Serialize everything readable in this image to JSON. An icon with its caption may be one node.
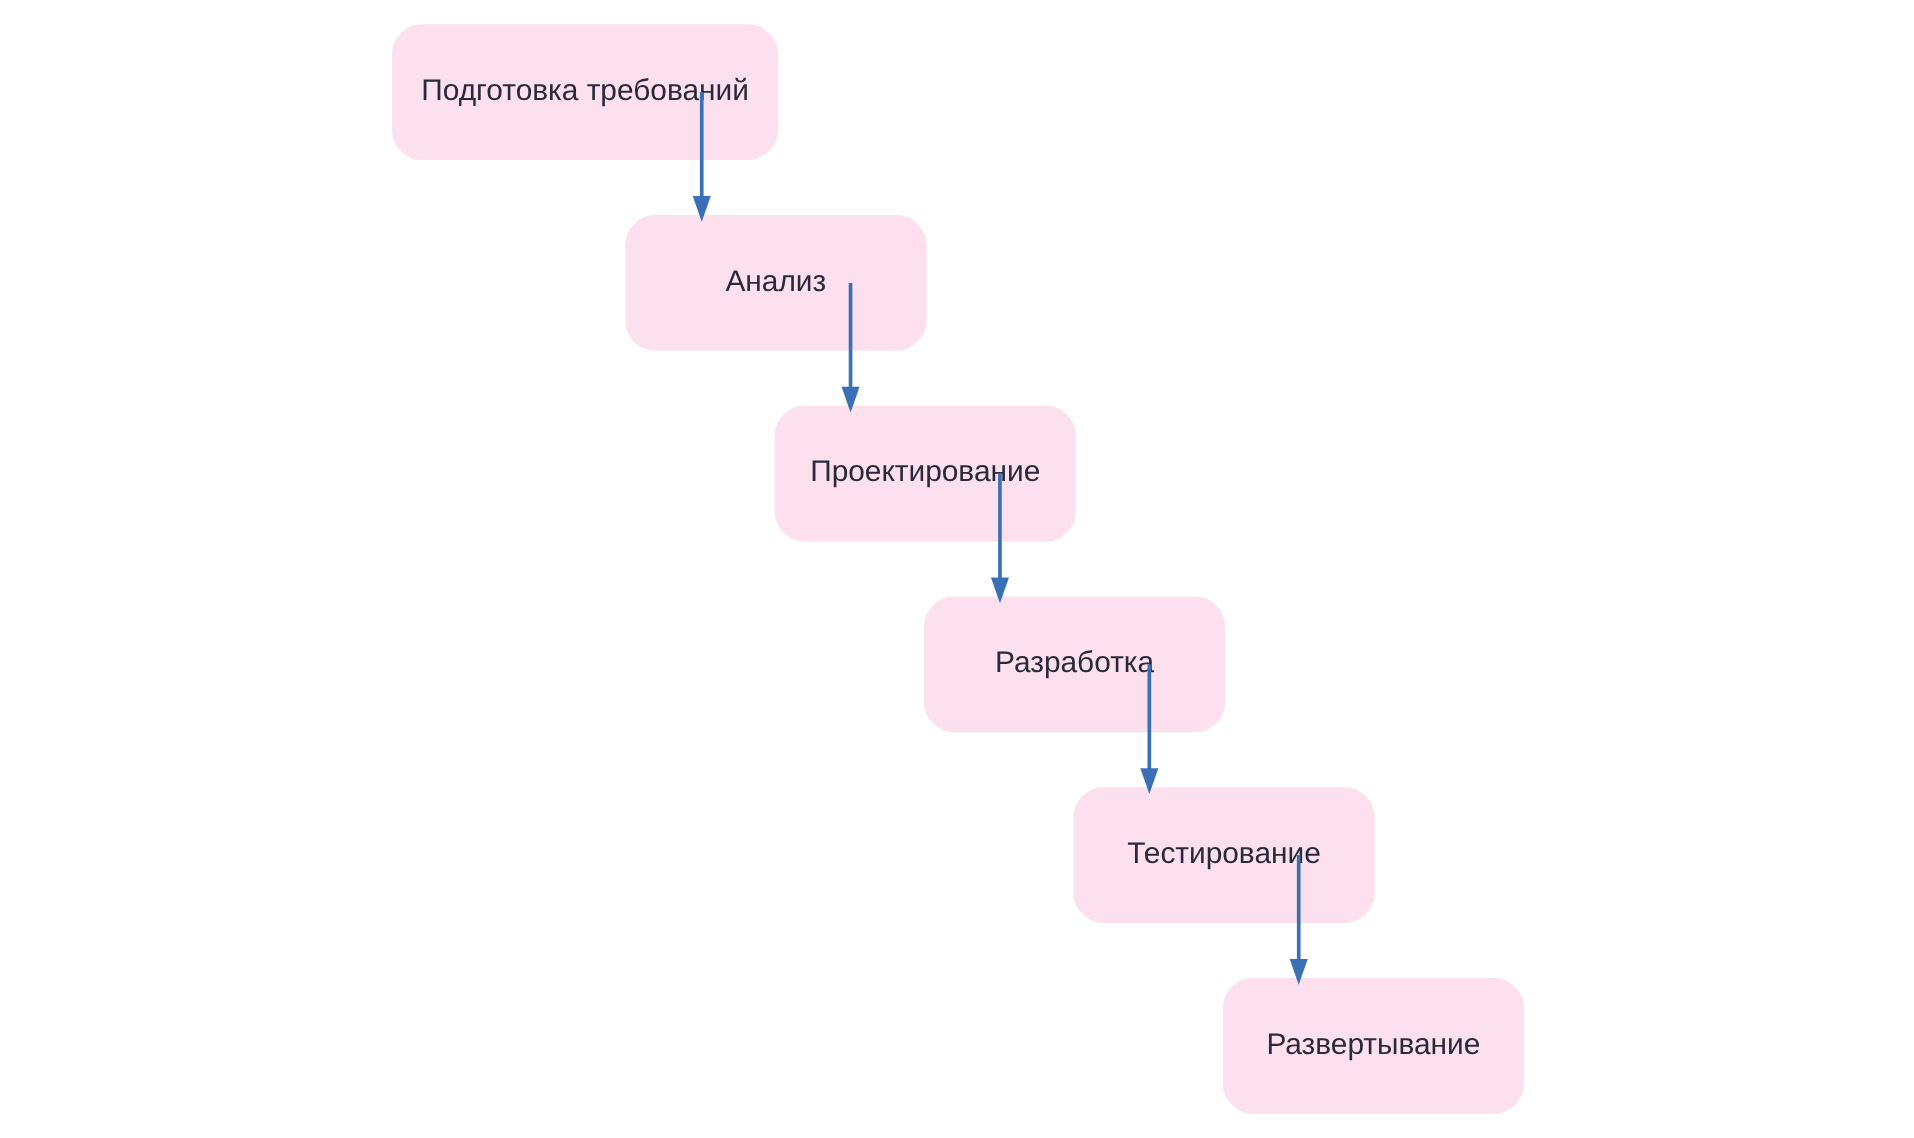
{
  "diagram": {
    "nodes": [
      {
        "text": [
          "Подготовка требований"
        ]
      },
      {
        "text": [
          "Анализ"
        ]
      },
      {
        "text": [
          "Проектирование"
        ]
      },
      {
        "text": [
          "Разработка"
        ]
      },
      {
        "text": [
          "Тестирование"
        ]
      },
      {
        "text": [
          "Развертывание"
        ]
      }
    ],
    "edges": [
      {
        "from": 0,
        "to": 1,
        "arrow": "to"
      },
      {
        "from": 1,
        "to": 2,
        "arrow": "to"
      },
      {
        "from": 2,
        "to": 3,
        "arrow": "to"
      },
      {
        "from": 3,
        "to": 4,
        "arrow": "to"
      },
      {
        "from": 4,
        "to": 5,
        "arrow": "to"
      }
    ]
  }
}
